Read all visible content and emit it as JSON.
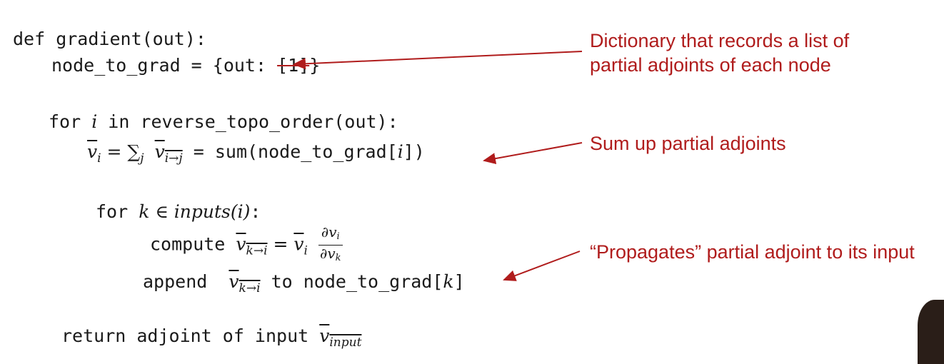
{
  "code": {
    "line1": "def gradient(out):",
    "line2_a": "node_to_grad = {out: ",
    "line2_b": "[1]",
    "line2_c": "}",
    "line3_a": "for ",
    "line3_var": "i",
    "line3_b": " in reverse_topo_order(out):",
    "line4_lhs": "v",
    "line4_lhs_sub": "i",
    "line4_eq": " = ",
    "line4_sum": "∑",
    "line4_sum_sub": "j",
    "line4_term": "v",
    "line4_term_sub": "i→j",
    "line4_mid": " = sum(node_to_grad[",
    "line4_idx": "i",
    "line4_end": "])",
    "line5_a": "for ",
    "line5_var": "k",
    "line5_in": " ∈ ",
    "line5_fn": "inputs",
    "line5_arg": "(i)",
    "line5_colon": ":",
    "line6_a": "compute ",
    "line6_lhs": "v",
    "line6_lhs_sub": "k→i",
    "line6_eq": " = ",
    "line6_v": "v",
    "line6_v_sub": "i",
    "line6_num": "∂v",
    "line6_num_sub": "i",
    "line6_den": "∂v",
    "line6_den_sub": "k",
    "line7_a": "append  ",
    "line7_v": "v",
    "line7_v_sub": "k→i",
    "line7_b": " to node_to_grad[",
    "line7_idx": "k",
    "line7_c": "]",
    "line8_a": "return adjoint of input ",
    "line8_v": "v",
    "line8_v_sub": "input"
  },
  "annotations": {
    "note1_l1": "Dictionary that records a list of",
    "note1_l2": "partial adjoints of each node",
    "note2": "Sum up partial adjoints",
    "note3": "“Propagates” partial adjoint to its input"
  },
  "colors": {
    "accent": "#b01c1c",
    "text": "#1a1a1a"
  }
}
